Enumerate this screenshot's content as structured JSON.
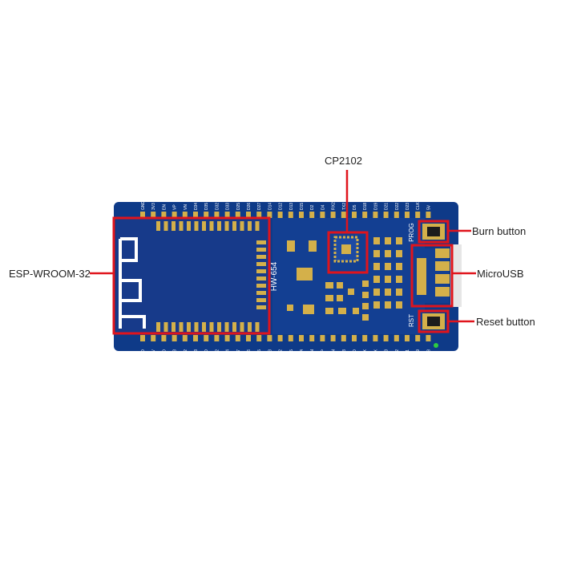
{
  "callouts": {
    "cp2102": "CP2102",
    "esp": "ESP-WROOM-32",
    "burn": "Burn button",
    "microusb": "MicroUSB",
    "reset": "Reset button"
  },
  "board": {
    "model": "HW-654",
    "top_pins": [
      "GND",
      "3V3",
      "EN",
      "VP",
      "VN",
      "D34",
      "D35",
      "D32",
      "D33",
      "D25",
      "D26",
      "D27",
      "D14",
      "D12",
      "D13",
      "D15",
      "D2",
      "D4",
      "RX2",
      "TX2",
      "D5",
      "D18",
      "D19",
      "D21",
      "D22",
      "D23",
      "CLK",
      "5V"
    ],
    "bottom_pins": [
      "GND",
      "5V",
      "CMD",
      "SD3",
      "SD2",
      "D13",
      "GND",
      "D12",
      "D14",
      "D27",
      "D26",
      "D25",
      "D33",
      "D32",
      "D35",
      "D34",
      "VN",
      "VP",
      "EN",
      "3V3",
      "GND",
      "TX",
      "RX",
      "D23",
      "D22",
      "D21",
      "D19",
      "D18"
    ],
    "labels": {
      "prog": "PROG",
      "rst": "RST"
    }
  },
  "colors": {
    "pcb": "#0e3a88",
    "pad": "#d4b04a",
    "highlight": "#e0141c",
    "silk": "#ffffff"
  }
}
